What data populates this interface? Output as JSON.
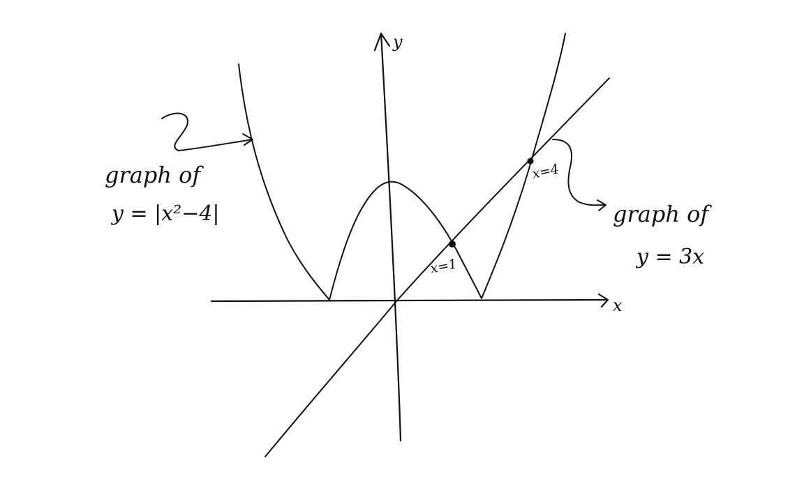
{
  "diagram": {
    "axes": {
      "x_label": "x",
      "y_label": "y"
    },
    "curves": [
      {
        "name": "y = |x^2 - 4|",
        "kind": "absolute-value parabola",
        "x_intercepts": [
          -2,
          2
        ],
        "vertex_of_reflected_arch": [
          0,
          4
        ]
      },
      {
        "name": "y = 3x",
        "kind": "line through origin"
      }
    ],
    "intersections": [
      {
        "label": "x=1"
      },
      {
        "label": "x=4"
      }
    ],
    "annotations": {
      "left": {
        "line1": "graph of",
        "line2": "y = |x²−4|"
      },
      "right": {
        "line1": "graph of",
        "line2": "y = 3x"
      }
    },
    "colors": {
      "ink": "#111111",
      "background": "#ffffff"
    }
  }
}
